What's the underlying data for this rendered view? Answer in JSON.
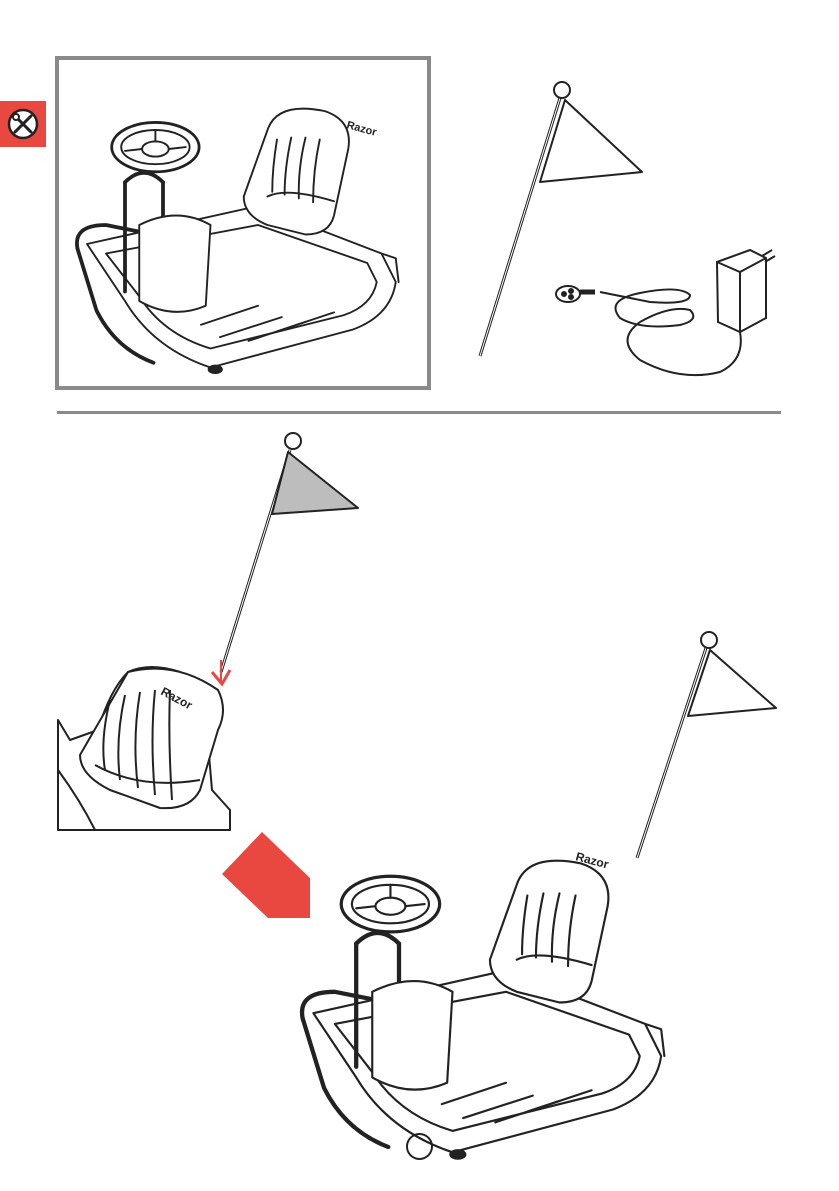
{
  "page": {
    "section_icon": "tools-required-icon",
    "brand_mark": "Razor",
    "page_number": ""
  },
  "parts": [
    {
      "name": "crazy-kart-frame",
      "icon": "kart-icon"
    },
    {
      "name": "safety-flag",
      "icon": "flag-icon"
    },
    {
      "name": "battery-charger",
      "icon": "charger-icon"
    }
  ],
  "colors": {
    "accent": "#e8483f",
    "frame_gray": "#8a8a8a",
    "flag_fill": "#bdbdbd",
    "line": "#222222"
  }
}
